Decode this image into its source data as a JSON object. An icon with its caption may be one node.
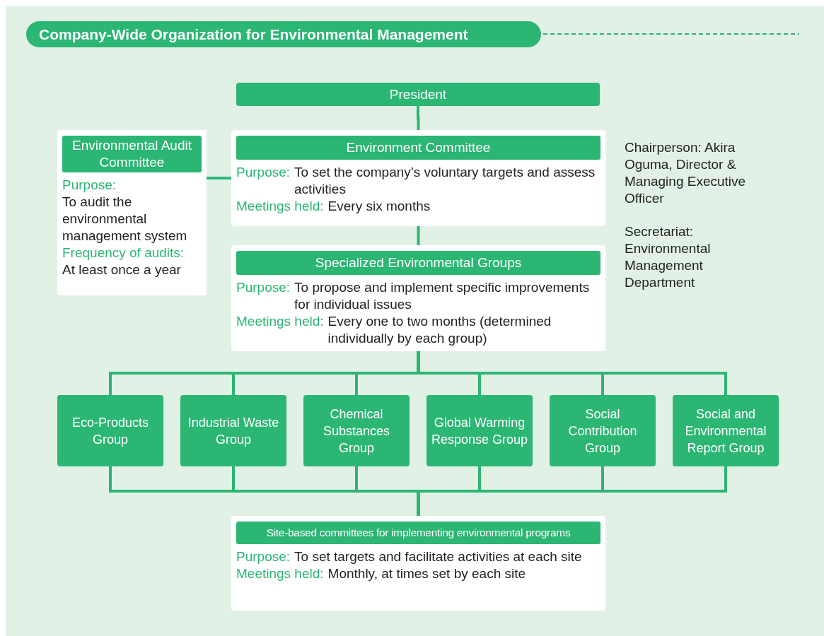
{
  "diagram": {
    "title": "Company-Wide Organization for Environmental Management",
    "nodes": [
      {
        "text": [
          "President"
        ]
      },
      {
        "text": [
          "Environmental Audit Committee",
          "Purpose:",
          "To audit the environmental management system",
          "Frequency of audits:",
          "At least once a year"
        ]
      },
      {
        "text": [
          "Environment Committee",
          "Purpose:",
          "To set the company’s voluntary targets and assess activities",
          "Meetings held:",
          "Every six months"
        ]
      },
      {
        "text": [
          "Specialized Environmental Groups",
          "Purpose:",
          "To propose and implement specific improvements for individual issues",
          "Meetings held:",
          "Every one to two months (determined individually by each group)"
        ]
      },
      {
        "text": [
          "Eco-Products Group"
        ]
      },
      {
        "text": [
          "Industrial Waste Group"
        ]
      },
      {
        "text": [
          "Chemical Substances Group"
        ]
      },
      {
        "text": [
          "Global Warming Response Group"
        ]
      },
      {
        "text": [
          "Social Contribution Group"
        ]
      },
      {
        "text": [
          "Social and Environmental Report Group"
        ]
      },
      {
        "text": [
          "Site-based committees for implementing environmental programs",
          "Purpose:",
          "To set targets and facilitate activities at each site",
          "Meetings held:",
          "Monthly, at times set by each site"
        ]
      }
    ],
    "edges": [
      {
        "from": 0,
        "to": 2,
        "arrow": "none"
      },
      {
        "from": 2,
        "to": 1,
        "arrow": "none"
      },
      {
        "from": 2,
        "to": 3,
        "arrow": "none"
      },
      {
        "from": 3,
        "to": 4,
        "arrow": "none"
      },
      {
        "from": 3,
        "to": 5,
        "arrow": "none"
      },
      {
        "from": 3,
        "to": 6,
        "arrow": "none"
      },
      {
        "from": 3,
        "to": 7,
        "arrow": "none"
      },
      {
        "from": 3,
        "to": 8,
        "arrow": "none"
      },
      {
        "from": 3,
        "to": 9,
        "arrow": "none"
      },
      {
        "from": 4,
        "to": 10,
        "arrow": "none"
      },
      {
        "from": 5,
        "to": 10,
        "arrow": "none"
      },
      {
        "from": 6,
        "to": 10,
        "arrow": "none"
      },
      {
        "from": 7,
        "to": 10,
        "arrow": "none"
      },
      {
        "from": 8,
        "to": 10,
        "arrow": "none"
      },
      {
        "from": 9,
        "to": 10,
        "arrow": "none"
      }
    ],
    "labels": [
      "Chairperson: Akira Oguma, Director & Managing Executive Officer",
      "Secretariat: Environmental Management Department"
    ]
  }
}
